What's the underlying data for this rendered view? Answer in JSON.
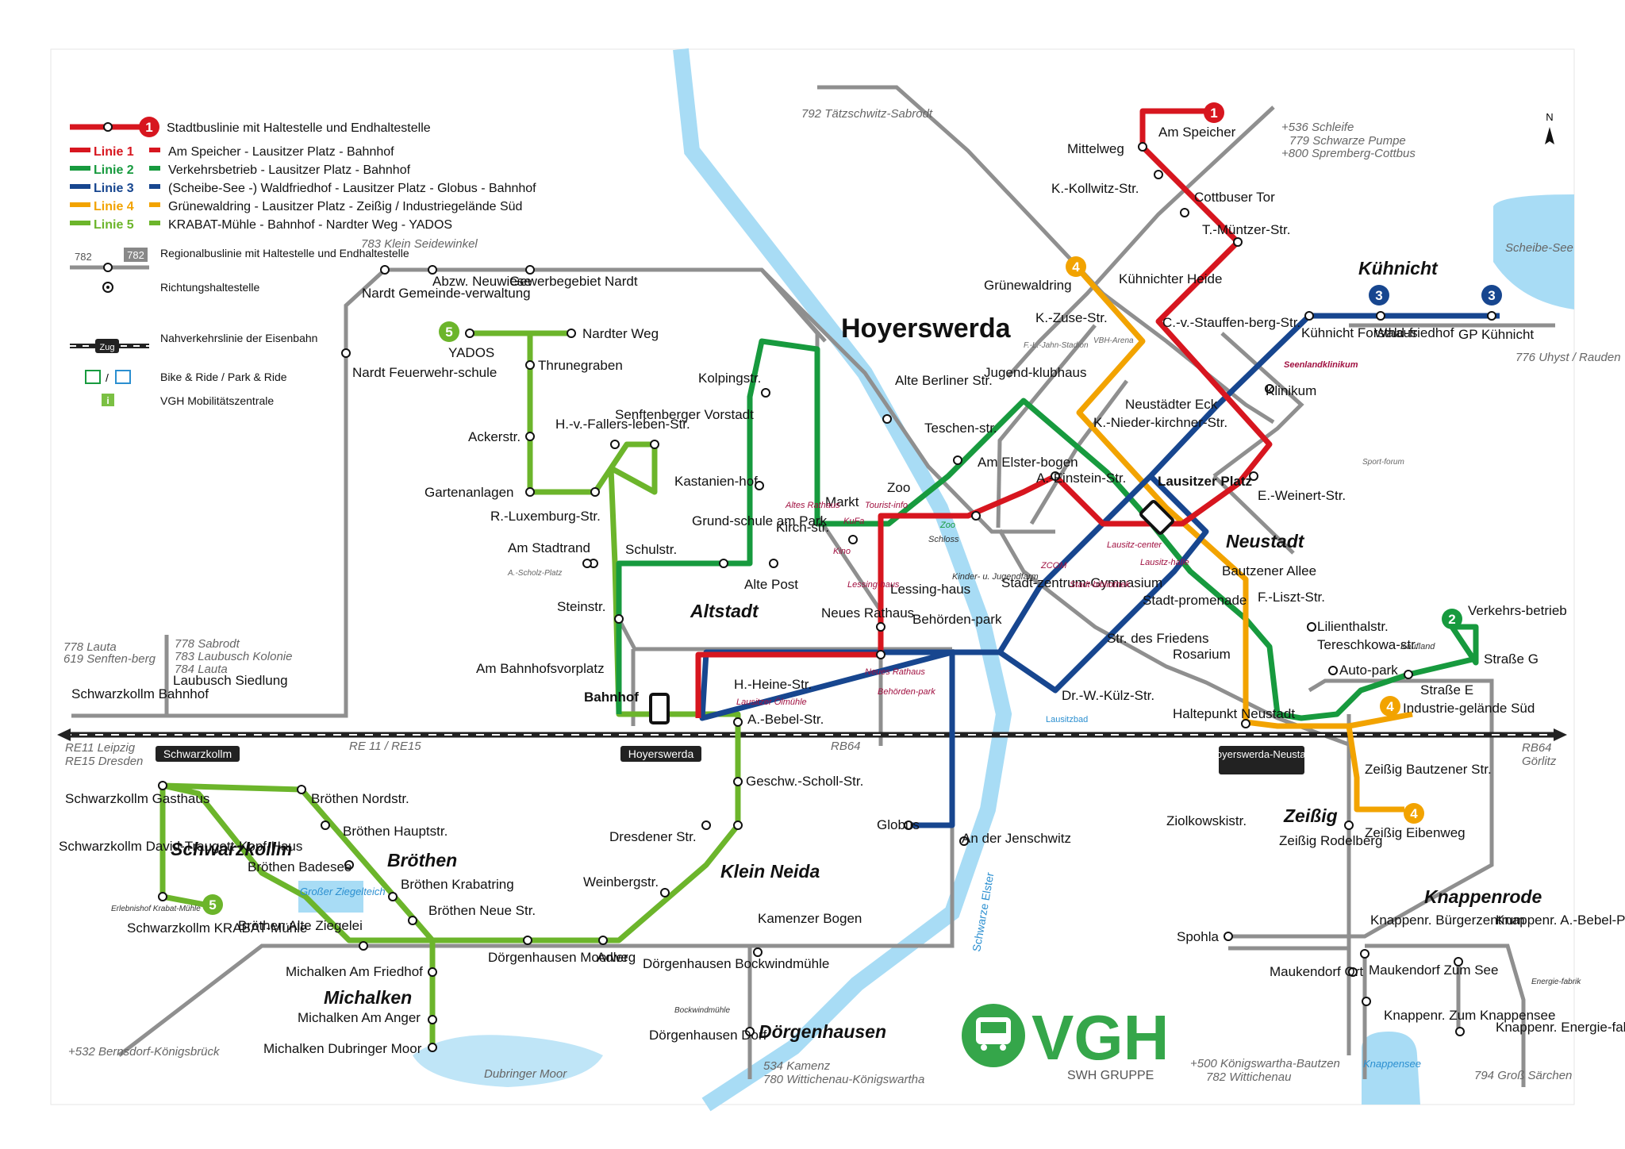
{
  "title": "Hoyerswerda",
  "colors": {
    "l1": "#d7161f",
    "l2": "#179a3e",
    "l3": "#17468f",
    "l4": "#f2a300",
    "l5": "#6cb52b",
    "region": "#8f8f8f",
    "water": "#a8dcf5",
    "rail": "#222222"
  },
  "legend": {
    "stadtbus": "Stadtbuslinie mit Haltestelle und Endhaltestelle",
    "lines": [
      {
        "name": "Linie 1",
        "desc": "Am Speicher - Lausitzer Platz - Bahnhof"
      },
      {
        "name": "Linie 2",
        "desc": "Verkehrsbetrieb - Lausitzer Platz - Bahnhof"
      },
      {
        "name": "Linie 3",
        "desc": "(Scheibe-See -) Waldfriedhof - Lausitzer Platz - Globus - Bahnhof"
      },
      {
        "name": "Linie 4",
        "desc": "Grünewaldring - Lausitzer Platz - Zeißig / Industriegelände Süd"
      },
      {
        "name": "Linie 5",
        "desc": "KRABAT-Mühle - Bahnhof - Nardter Weg - YADOS"
      }
    ],
    "regional": "Regionalbuslinie mit Haltestelle und Endhaltestelle",
    "regional_num": "782",
    "direction": "Richtungshaltestelle",
    "rail": "Nahverkehrslinie der Eisenbahn",
    "rail_badge": "Zug",
    "bike": "Bike & Ride / Park & Ride",
    "vgh": "VGH Mobilitätszentrale"
  },
  "districts": [
    "Altstadt",
    "Neustadt",
    "Kühnicht",
    "Zeißig",
    "Knappenrode",
    "Schwarzkollm",
    "Bröthen",
    "Klein Neida",
    "Michalken",
    "Dörgenhausen"
  ],
  "stops": [
    "Am Speicher",
    "Mittelweg",
    "K.-Kollwitz-Str.",
    "Cottbuser Tor",
    "T.-Müntzer-Str.",
    "Kühnichter Heide",
    "Grünewaldring",
    "K.-Zuse-Str.",
    "C.-v.-Stauffen-berg-Str.",
    "Kühnicht Forsthaus",
    "Wald-friedhof",
    "GP Kühnicht",
    "Klinikum",
    "Neustädter Eck",
    "Jugend-klubhaus",
    "K.-Nieder-kirchner-Str.",
    "Lausitzer Platz",
    "E.-Weinert-Str.",
    "Alte Berliner Str.",
    "Teschen-str.",
    "Am Elster-bogen",
    "A.-Einstein-Str.",
    "Kolpingstr.",
    "Senftenberger Vorstadt",
    "H.-v.-Fallers-leben-Str.",
    "Kastanien-hof",
    "Grund-schule am Park",
    "Markt",
    "Zoo",
    "Kirch-str.",
    "Alte Post",
    "Schulstr.",
    "Am Stadtrand",
    "Steinstr.",
    "Lessing-haus",
    "Neues Rathaus",
    "Behörden-park",
    "H.-Heine-Str.",
    "Am Bahnhofsvorplatz",
    "Bahnhof",
    "A.-Bebel-Str.",
    "Geschw.-Scholl-Str.",
    "Stadt-zentrum-Gymnasium",
    "Stadt-promenade",
    "Str. des Friedens",
    "Dr.-W.-Külz-Str.",
    "Bautzener Allee",
    "F.-Liszt-Str.",
    "Lilienthalstr.",
    "Tereschkowa-str.",
    "Auto-park",
    "Verkehrs-betrieb",
    "Straße G",
    "Straße E",
    "Industrie-gelände Süd",
    "Rosarium",
    "Haltepunkt Neustadt",
    "Zeißig Bautzener Str.",
    "Zeißig Eibenweg",
    "Zeißig Rodelberg",
    "Ziolkowskistr.",
    "Globus",
    "An der Jenschwitz",
    "Dresdener Str.",
    "Weinbergstr.",
    "Kamenzer Bogen",
    "Dörgenhausen Bockwindmühle",
    "Dörgenhausen Dorf",
    "Adler",
    "Dörgenhausen Moorweg",
    "Bröthen Nordstr.",
    "Bröthen Hauptstr.",
    "Bröthen Badesee",
    "Bröthen Krabatring",
    "Bröthen Neue Str.",
    "Bröthen Alte Ziegelei",
    "Michalken Am Friedhof",
    "Michalken Am Anger",
    "Michalken Dubringer Moor",
    "Schwarzkollm Gasthaus",
    "Schwarzkollm David-Traugott-Kopf-Haus",
    "Schwarzkollm KRABAT-Mühle",
    "Schwarzkollm Bahnhof",
    "Laubusch Siedlung",
    "YADOS",
    "Nardter Weg",
    "Thrunegraben",
    "Ackerstr.",
    "Gartenanlagen",
    "R.-Luxemburg-Str.",
    "Nardt Gemeinde-verwaltung",
    "Abzw. Neuwiese",
    "Gewerbegebiet Nardt",
    "Nardt Feuerwehr-schule",
    "Spohla",
    "Maukendorf Ort",
    "Maukendorf Zum See",
    "Knappenr. Bürgerzentrum",
    "Knappenr. A.-Bebel-Platz",
    "Knappenr. Zum Knappensee",
    "Knappenr. Energie-fabrik"
  ],
  "rail": {
    "left": "RE11 Leipzig",
    "left2": "RE15 Dresden",
    "mid": "RE 11 / RE15",
    "rb": "RB64",
    "right": "RB64",
    "right2": "Görlitz",
    "stations": [
      "Schwarzkollm",
      "Hoyerswerda",
      "Hoyerswerda-Neustadt"
    ]
  },
  "water": [
    "Scheibe-See",
    "Großer Ziegelteich",
    "Dubringer Moor",
    "Knappensee",
    "Schwarze Elster"
  ],
  "pois": [
    "Altes Rathaus",
    "Tourist-info",
    "KuFa",
    "Kino",
    "Lessing-haus",
    "Neues Rathaus",
    "Behörden-park",
    "Lausitzer Ölmühle",
    "Schloss",
    "Zoo",
    "Kinder- u. Jugendfarm",
    "ZCOM",
    "Stadt-bibliothek",
    "Lausitz-center",
    "Lausitz-halle",
    "Lausitzbad",
    "F.-L.-Jahn-Stadion",
    "VBH-Arena",
    "Sport-forum",
    "Seenlandklinikum",
    "A.-Scholz-Platz",
    "Kaufland",
    "Erlebnishof Krabat-Mühle",
    "Bockwindmühle",
    "Energie-fabrik"
  ],
  "regional_dirs": [
    "792 Tätzschwitz-Sabrodt",
    "783 Klein Seidewinkel",
    "+536 Schleife",
    "779 Schwarze Pumpe",
    "+800 Spremberg-Cottbus",
    "776 Uhyst / Rauden",
    "778 Lauta",
    "619 Senften-berg",
    "778 Sabrodt",
    "783 Laubusch Kolonie",
    "784 Lauta",
    "+532 Bernsdorf-Königsbrück",
    "534 Kamenz",
    "780 Wittichenau-Königswartha",
    "+500 Königswartha-Bautzen",
    "782 Wittichenau",
    "794 Groß Särchen"
  ],
  "brand": {
    "logo": "VGH",
    "sub": "SWH GRUPPE"
  }
}
